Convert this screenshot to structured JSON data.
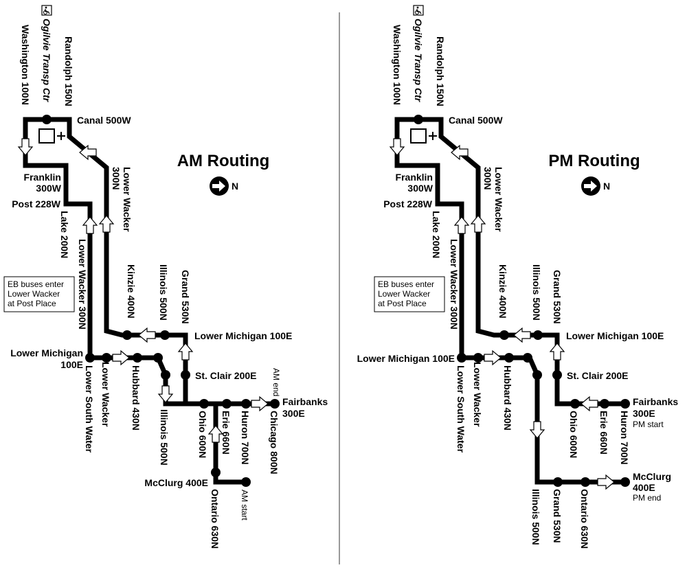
{
  "accessibility_icon": "wheelchair-icon",
  "compass_icon": "north-arrow-icon",
  "am": {
    "title": "AM Routing",
    "north_label": "N",
    "terminal": "Ogilvie Transp Ctr",
    "stops": {
      "washington": "Washington 100N",
      "randolph": "Randolph 150N",
      "canal": "Canal 500W",
      "franklin_1": "Franklin",
      "franklin_2": "300W",
      "post": "Post 228W",
      "lake": "Lake 200N",
      "lower_wacker_300n": "Lower Wacker 300N",
      "lower_wacker_300n_top_1": "Lower Wacker",
      "lower_wacker_300n_top_2": "300N",
      "lower_michigan_1": "Lower Michigan",
      "lower_michigan_2": "100E",
      "lower_south_water": "Lower South Water",
      "lower_wacker": "Lower Wacker",
      "hubbard": "Hubbard 430N",
      "illinois_lower": "Illinois 500N",
      "kinzie": "Kinzie 400N",
      "illinois_upper": "Illinois 500N",
      "grand": "Grand 530N",
      "lower_michigan_right": "Lower Michigan 100E",
      "st_clair": "St. Clair 200E",
      "ohio": "Ohio 600N",
      "erie": "Erie 660N",
      "huron": "Huron 700N",
      "chicago": "Chicago 800N",
      "fairbanks_1": "Fairbanks",
      "fairbanks_2": "300E",
      "mcclurg": "McClurg 400E",
      "ontario": "Ontario 630N"
    },
    "note_am_end": "AM end",
    "note_am_start": "AM start",
    "box_note": [
      "EB buses enter",
      "Lower Wacker",
      "at Post Place"
    ]
  },
  "pm": {
    "title": "PM Routing",
    "north_label": "N",
    "terminal": "Ogilvie Transp Ctr",
    "stops": {
      "washington": "Washington 100N",
      "randolph": "Randolph 150N",
      "canal": "Canal 500W",
      "franklin_1": "Franklin",
      "franklin_2": "300W",
      "post": "Post 228W",
      "lake": "Lake 200N",
      "lower_wacker_300n": "Lower Wacker 300N",
      "lower_wacker_300n_top_1": "Lower Wacker",
      "lower_wacker_300n_top_2": "300N",
      "lower_michigan_left": "Lower Michigan 100E",
      "lower_south_water": "Lower South Water",
      "lower_wacker": "Lower Wacker",
      "hubbard": "Hubbard 430N",
      "kinzie": "Kinzie 400N",
      "illinois_upper": "Illinois 500N",
      "grand_upper": "Grand 530N",
      "lower_michigan_right": "Lower Michigan 100E",
      "st_clair": "St. Clair 200E",
      "fairbanks_1": "Fairbanks",
      "fairbanks_2": "300E",
      "ohio": "Ohio 600N",
      "erie": "Erie 660N",
      "huron": "Huron 700N",
      "mcclurg_1": "McClurg",
      "mcclurg_2": "400E",
      "illinois_lower": "Illinois 500N",
      "grand_lower": "Grand 530N",
      "ontario": "Ontario 630N"
    },
    "note_pm_start": "PM start",
    "note_pm_end": "PM end",
    "box_note": [
      "EB buses enter",
      "Lower Wacker",
      "at Post Place"
    ]
  }
}
